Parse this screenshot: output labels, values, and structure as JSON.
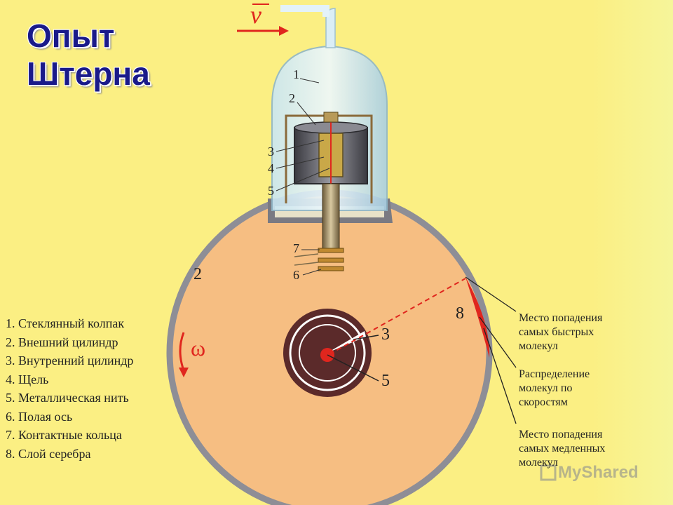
{
  "title": {
    "line1": "Опыт",
    "line2": "Штерна"
  },
  "velocity_symbol": "v",
  "omega_symbol": "ω",
  "bell_labels": [
    "1",
    "2",
    "3",
    "4",
    "5",
    "7",
    "6"
  ],
  "outer_cylinder_label": "2",
  "inner_labels": {
    "three": "3",
    "five": "5"
  },
  "silver_label": "8",
  "legend": [
    "1. Стеклянный колпак",
    "2. Внешний цилиндр",
    "3. Внутренний цилиндр",
    "4. Щель",
    "5. Металлическая нить",
    "6. Полая ось",
    "7. Контактные кольца",
    "8. Слой серебра"
  ],
  "notes": {
    "fast": [
      "Место попадения",
      "самых быстрых",
      "молекул"
    ],
    "distribution": [
      "Распределение",
      "молекул по",
      "скоростям"
    ],
    "slow": [
      "Место попадения",
      "самых медленных",
      "молекул"
    ]
  },
  "watermark": "MyShared",
  "colors": {
    "background": "#fbef83",
    "disc": "#f6be82",
    "rim": "#8e8e96",
    "title": "#1a1a8a",
    "accent_red": "#e0261e",
    "inner_disc": "#5b2a2a"
  }
}
